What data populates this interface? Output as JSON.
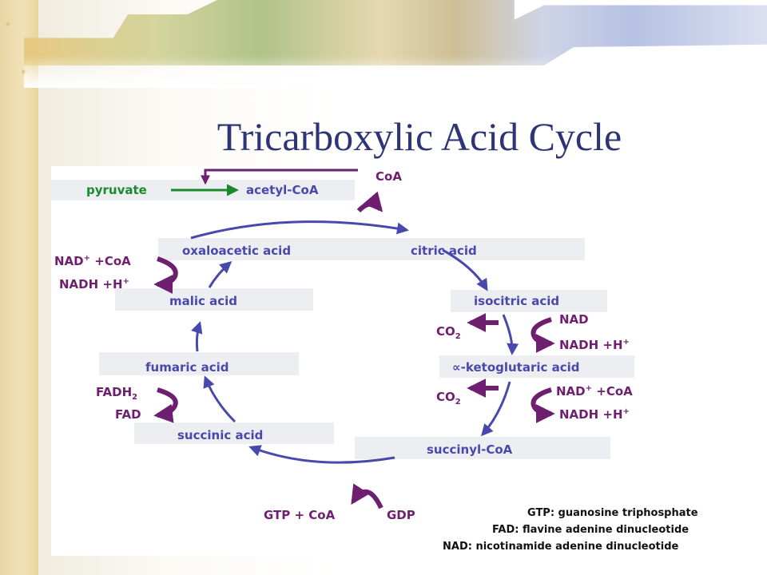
{
  "slide": {
    "title": "Tricarboxylic Acid Cycle"
  },
  "diagram": {
    "nodes": {
      "pyruvate": "pyruvate",
      "acetyl_coa": "acetyl-CoA",
      "coa": "CoA",
      "citric_acid": "citric acid",
      "oxaloacetic_acid": "oxaloacetic acid",
      "isocitric_acid": "isocitric acid",
      "alpha_ketoglutaric_acid": "∝-ketoglutaric acid",
      "succinyl_coa": "succinyl-CoA",
      "succinic_acid": "succinic acid",
      "fumaric_acid": "fumaric acid",
      "malic_acid": "malic acid"
    },
    "cofactors": {
      "left_nad": "NAD",
      "left_plus_coa": "+CoA",
      "left_nadh": "NADH +H",
      "fadh_base": "FADH",
      "fadh_sub": "2",
      "fad": "FAD",
      "co2_base": "CO",
      "co2_sub": "2",
      "right_nad": "NAD",
      "right_nadh": "NADH +H",
      "right2_nad": "NAD",
      "right2_plus_coa": "+CoA",
      "right2_nadh": "NADH +H",
      "gtp_coa": "GTP + CoA",
      "gdp": "GDP",
      "plus": "+"
    },
    "legend": [
      "GTP: guanosine triphosphate",
      "FAD: flavine adenine dinucleotide",
      "NAD: nicotinamide adenine dinucleotide"
    ],
    "colors": {
      "title": "#2e3577",
      "cycle": "#4949ad",
      "input": "#1b8a2e",
      "cofactor": "#6e1f6f"
    }
  }
}
